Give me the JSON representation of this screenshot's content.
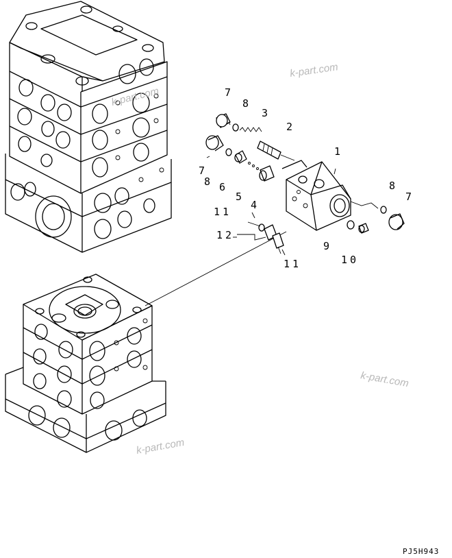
{
  "diagram": {
    "callouts": [
      "7",
      "8",
      "3",
      "2",
      "1",
      "7",
      "8",
      "6",
      "5",
      "4",
      "11",
      "12",
      "11",
      "8",
      "7",
      "9",
      "10"
    ],
    "watermark": "k-part.com",
    "drawing_code": "PJ5H943"
  }
}
